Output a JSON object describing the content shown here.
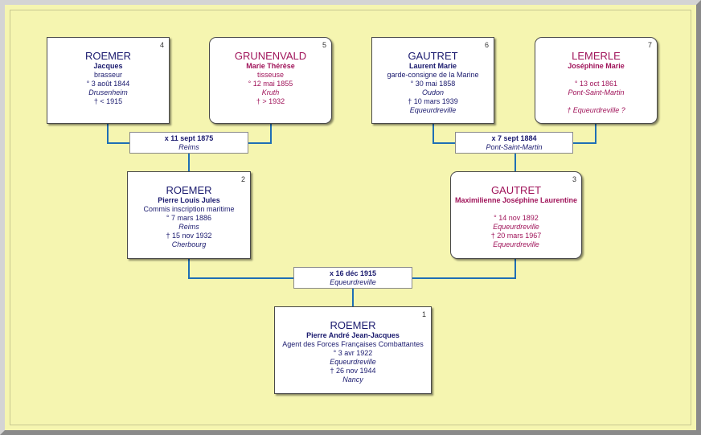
{
  "persons": {
    "p4": {
      "num": "4",
      "surname": "ROEMER",
      "given": "Jacques",
      "lines": [
        "brasseur",
        "° 3 août 1844"
      ],
      "birth_place": "Drusenheim",
      "death": "† < 1915",
      "death_place": ""
    },
    "p5": {
      "num": "5",
      "surname": "GRUNENVALD",
      "given": "Marie Thérèse",
      "lines": [
        "tisseuse",
        "° 12 mai 1855"
      ],
      "birth_place": "Kruth",
      "death": "† > 1932",
      "death_place": ""
    },
    "p6": {
      "num": "6",
      "surname": "GAUTRET",
      "given": "Laurent Marie",
      "lines": [
        "garde-consigne de la Marine",
        "° 30 mai 1858"
      ],
      "birth_place": "Oudon",
      "death": "† 10 mars 1939",
      "death_place": "Equeurdreville"
    },
    "p7": {
      "num": "7",
      "surname": "LEMERLE",
      "given": "Joséphine Marie",
      "lines": [
        "",
        "° 13 oct 1861"
      ],
      "birth_place": "Pont-Saint-Martin",
      "death": "",
      "death_place": "† Equeurdreville ?"
    },
    "p2": {
      "num": "2",
      "surname": "ROEMER",
      "given": "Pierre Louis Jules",
      "lines": [
        "Commis inscription maritime",
        "° 7 mars 1886"
      ],
      "birth_place": "Reims",
      "death": "† 15 nov 1932",
      "death_place": "Cherbourg"
    },
    "p3": {
      "num": "3",
      "surname": "GAUTRET",
      "given": "Maximilienne Joséphine Laurentine",
      "lines": [
        "",
        "° 14 nov 1892"
      ],
      "birth_place": "Equeurdreville",
      "death": "† 20 mars 1967",
      "death_place": "Equeurdreville"
    },
    "p1": {
      "num": "1",
      "surname": "ROEMER",
      "given": "Pierre André Jean-Jacques",
      "lines": [
        "Agent des Forces Françaises Combattantes",
        "° 3 avr 1922"
      ],
      "birth_place": "Equeurdreville",
      "death": "† 26 nov 1944",
      "death_place": "Nancy"
    }
  },
  "marriages": {
    "m45": {
      "date": "x 11 sept 1875",
      "place": "Reims"
    },
    "m67": {
      "date": "x 7 sept 1884",
      "place": "Pont-Saint-Martin"
    },
    "m23": {
      "date": "x 16 déc 1915",
      "place": "Equeurdreville"
    }
  },
  "colors": {
    "background": "#f5f5b0",
    "connector": "#1f6fb5",
    "male_text": "#1a1a6e",
    "female_text": "#a0145a"
  }
}
